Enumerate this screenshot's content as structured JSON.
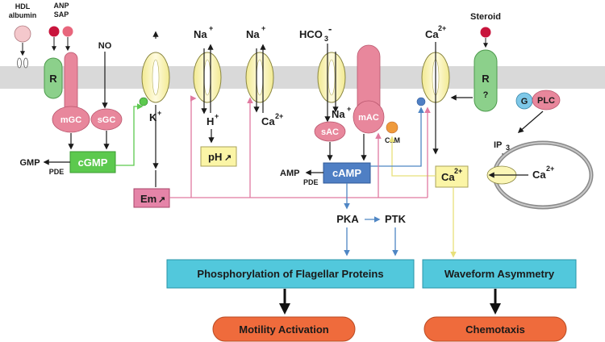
{
  "membrane": {
    "color": "#d7d7d7"
  },
  "ligands": {
    "hdl_line1": "HDL",
    "hdl_line2": "albumin",
    "anp_line1": "ANP",
    "anp_line2": "SAP",
    "no": "NO",
    "steroid": "Steroid"
  },
  "ions": {
    "na_1": "Na",
    "na_1_sup": "+",
    "na_2": "Na",
    "na_2_sup": "+",
    "hco3": "HCO",
    "hco3_sub": "3",
    "hco3_sup": "-",
    "ca_top": "Ca",
    "ca_top_sup": "2+",
    "k": "K",
    "k_sup": "+",
    "h": "H",
    "h_sup": "+",
    "ca_2": "Ca",
    "ca_2_sup": "2+",
    "na_3": "Na",
    "na_3_sup": "+",
    "ca_store": "Ca",
    "ca_store_sup": "2+"
  },
  "nodes": {
    "r_left": "R",
    "mgc": "mGC",
    "sgc": "sGC",
    "cgmp": "cGMP",
    "gmp": "GMP",
    "pde_left": "PDE",
    "ph": "pH",
    "em": "Em",
    "sac": "sAC",
    "mac": "mAC",
    "cam": "CaM",
    "camp": "cAMP",
    "amp": "AMP",
    "pde_right": "PDE",
    "ca_box": "Ca",
    "ca_box_sup": "2+",
    "r_right": "R",
    "r_right_q": "?",
    "g": "G",
    "plc": "PLC",
    "ip3": "IP",
    "ip3_sub": "3",
    "pka": "PKA",
    "ptk": "PTK",
    "up_arrow": "↗"
  },
  "outcomes": {
    "phosphorylation": "Phosphorylation of Flagellar Proteins",
    "waveform": "Waveform Asymmetry",
    "motility": "Motility Activation",
    "chemotaxis": "Chemotaxis"
  },
  "colors": {
    "channel": "#fbf6b6",
    "pink": "#e8879c",
    "green": "#5cc94e",
    "blue_box": "#4f7fc4",
    "cyan_box": "#52c8dc",
    "orange_pill": "#ef6b3c",
    "yellow_box": "#fbf5a6",
    "pink_box": "#e584a8",
    "receptor_green": "#8cd08b",
    "ligand_red": "#c8143c"
  }
}
